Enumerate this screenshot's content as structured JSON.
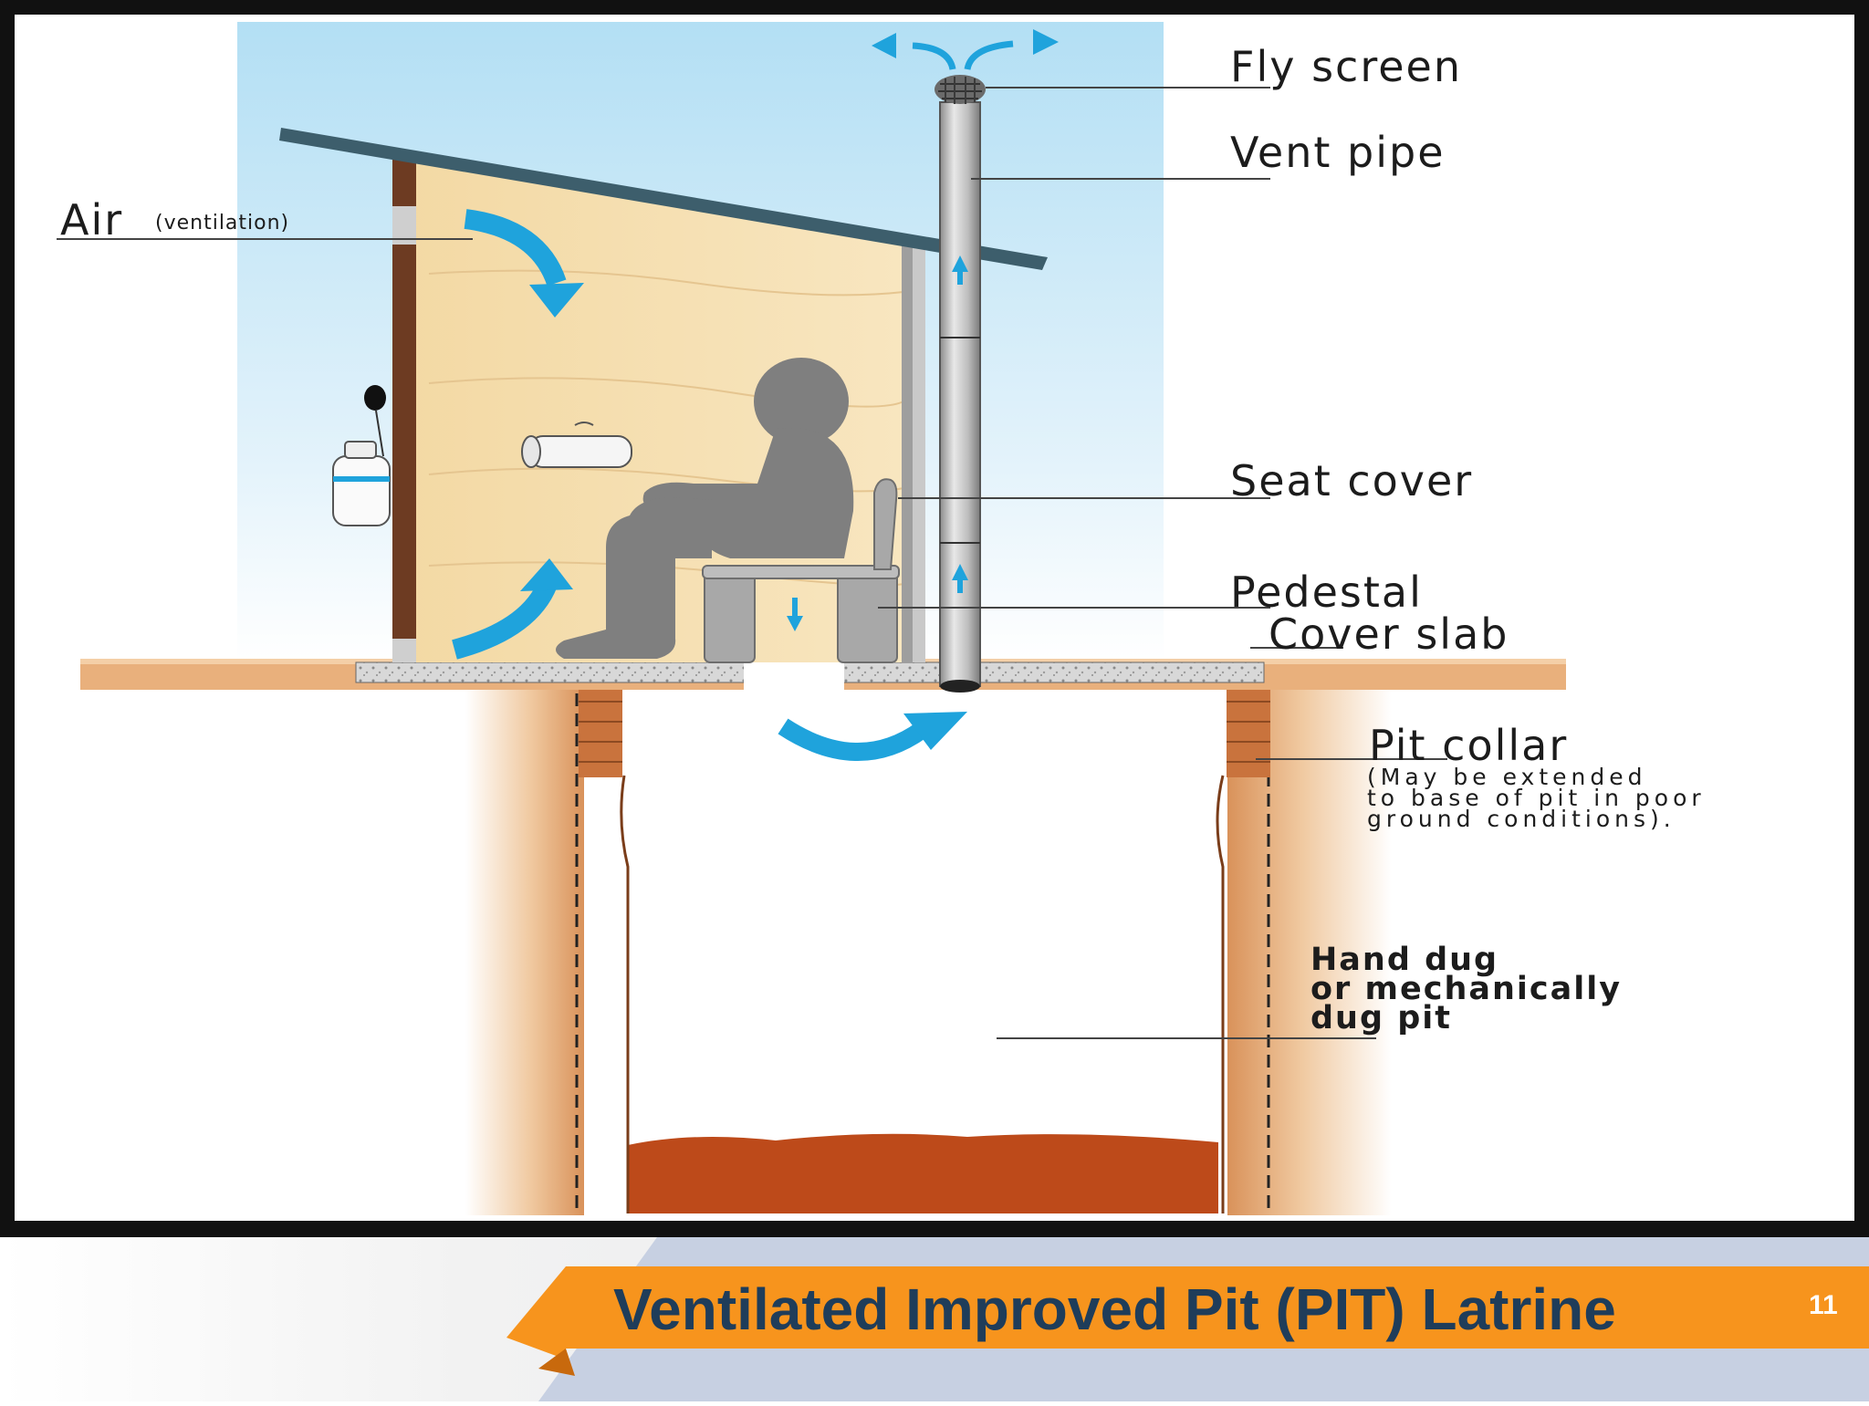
{
  "slide": {
    "title": "Ventilated Improved Pit (PIT) Latrine",
    "page_number": "11"
  },
  "diagram": {
    "labels": {
      "fly_screen": "Fly screen",
      "vent_pipe": "Vent pipe",
      "air": "Air",
      "air_note": "(ventilation)",
      "seat_cover": "Seat cover",
      "pedestal": "Pedestal",
      "cover_slab": "Cover slab",
      "pit_collar": "Pit collar",
      "pit_collar_note": "(May be extended\nto base of pit in poor\nground conditions).",
      "pit": "Hand dug\nor mechanically\ndug pit"
    }
  },
  "colors": {
    "sky": "#bfe3f5",
    "wall": "#f6dfae",
    "ground": "#e8b07a",
    "soil": "#c8783d",
    "sludge": "#bd4a1a",
    "airflow_arrow": "#1fa3dc",
    "person": "#7f7f7f",
    "accent": "#f7941d",
    "title_text": "#1f3d5a"
  },
  "icons": [
    "airflow-arrow-icon",
    "person-icon",
    "toilet-roll-icon",
    "water-container-icon"
  ]
}
